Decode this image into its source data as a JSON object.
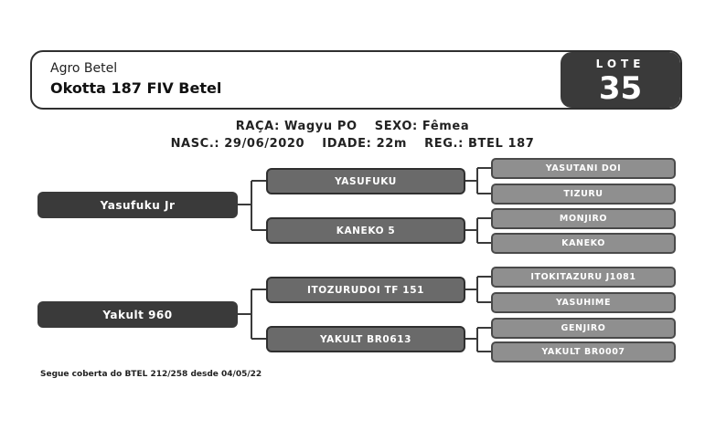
{
  "header": {
    "farm": "Agro Betel",
    "animal_name": "Okotta 187 FIV Betel",
    "lot_label": "LOTE",
    "lot_number": "35"
  },
  "info": {
    "breed": "RAÇA: Wagyu PO",
    "sex": "SEXO: Fêmea",
    "birth": "NASC.: 29/06/2020",
    "age": "IDADE: 22m",
    "registry": "REG.: BTEL 187"
  },
  "pedigree": {
    "sire": {
      "name": "Yasufuku Jr",
      "sire": {
        "name": "YASUFUKU",
        "sire": "YASUTANI DOI",
        "dam": "TIZURU"
      },
      "dam": {
        "name": "KANEKO 5",
        "sire": "MONJIRO",
        "dam": "KANEKO"
      }
    },
    "dam": {
      "name": "Yakult 960",
      "sire": {
        "name": "ITOZURUDOI TF 151",
        "sire": "ITOKITAZURU J1081",
        "dam": "YASUHIME"
      },
      "dam": {
        "name": "YAKULT BR0613",
        "sire": "GENJIRO",
        "dam": "YAKULT BR0007"
      }
    }
  },
  "footer": {
    "note": "Segue coberta do BTEL 212/258 desde 04/05/22"
  }
}
